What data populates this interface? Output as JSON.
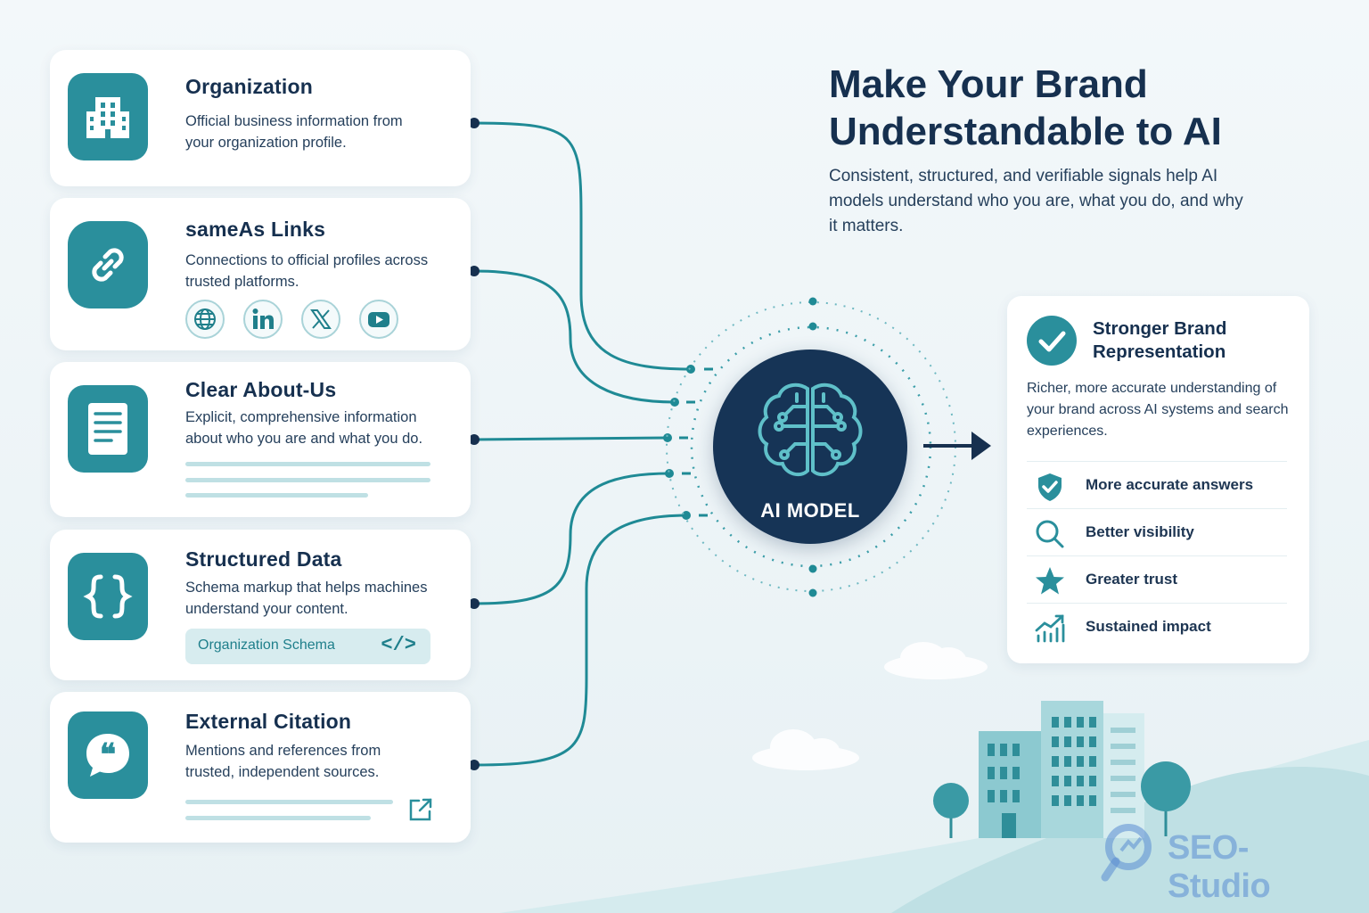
{
  "title": "Make Your Brand Understandable to AI",
  "subtitle": "Consistent, structured, and verifiable signals help AI models understand who you are, what you do, and why it matters.",
  "sources": [
    {
      "title": "Organization",
      "desc": "Official business information from your organization profile.",
      "icon": "building-icon"
    },
    {
      "title": "sameAs Links",
      "desc": "Connections to official profiles across trusted platforms.",
      "icon": "link-icon",
      "socials": [
        "globe-icon",
        "linkedin-icon",
        "x-icon",
        "youtube-icon"
      ]
    },
    {
      "title": "Clear About-Us",
      "desc": "Explicit, comprehensive information about who you are and what you do.",
      "icon": "document-icon"
    },
    {
      "title": "Structured Data",
      "desc": "Schema markup that helps machines understand your content.",
      "icon": "braces-icon",
      "chip_label": "Organization Schema",
      "chip_code": "</>"
    },
    {
      "title": "External Citation",
      "desc": "Mentions and references from trusted, independent sources.",
      "icon": "quote-icon"
    }
  ],
  "ai_model": {
    "label": "AI MODEL",
    "icon": "brain-circuit-icon"
  },
  "result": {
    "title": "Stronger Brand Representation",
    "desc": "Richer, more accurate understanding of your brand across AI systems and search experiences.",
    "benefits": [
      {
        "label": "More accurate answers",
        "icon": "shield-check-icon"
      },
      {
        "label": "Better visibility",
        "icon": "search-icon"
      },
      {
        "label": "Greater trust",
        "icon": "star-icon"
      },
      {
        "label": "Sustained impact",
        "icon": "growth-chart-icon"
      }
    ]
  },
  "watermark": "SEO-Studio",
  "colors": {
    "teal": "#2a8f9c",
    "navy": "#163456",
    "light_teal": "#bfe0e4"
  }
}
